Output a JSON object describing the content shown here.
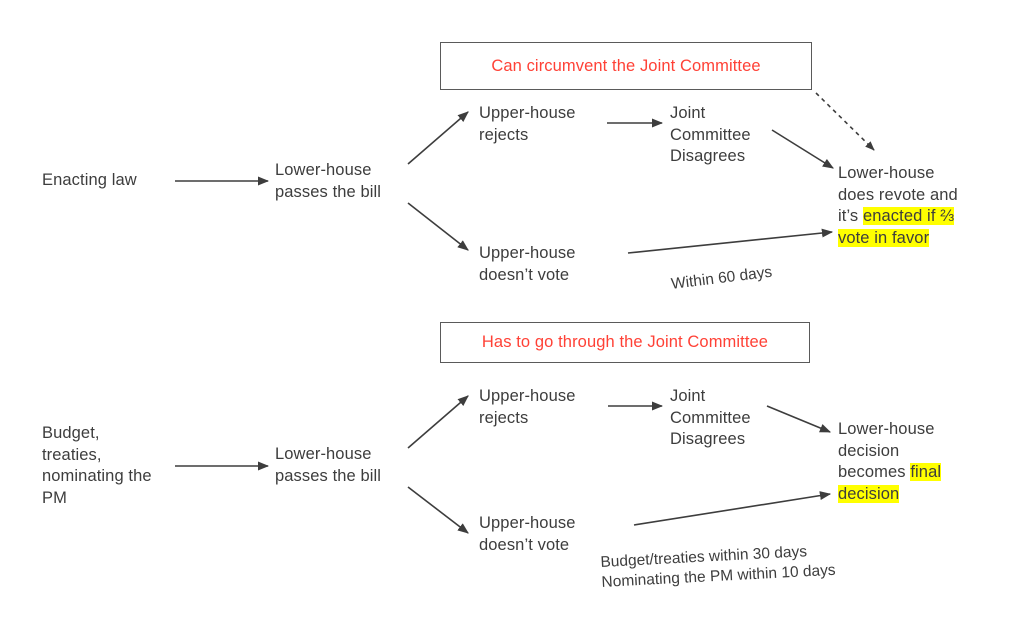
{
  "diagram": {
    "title": "Japanese legislative process flowchart",
    "background_color": "#ffffff",
    "text_color": "#3d3d3d",
    "callout_text_color": "#ff4136",
    "callout_border_color": "#5a5a5a",
    "highlight_color": "#ffff00",
    "arrow_color": "#3d3d3d"
  },
  "sections": {
    "enacting_law": {
      "callout": "Can circumvent the Joint Committee",
      "start_node": "Enacting law",
      "lower_house_node": "Lower-house\npasses the bill",
      "upper_rejects_node": "Upper-house\nrejects",
      "joint_committee_node": "Joint\nCommittee\nDisagrees",
      "upper_no_vote_node": "Upper-house\ndoesn’t vote",
      "timing_label": "Within 60 days",
      "outcome_prefix": "Lower-house\ndoes revote and\nit’s ",
      "outcome_highlight": "enacted if ⅔\nvote in favor"
    },
    "budget_treaties_pm": {
      "callout": "Has to go through the Joint Committee",
      "start_node": "Budget,\ntreaties,\nnominating the\nPM",
      "lower_house_node": "Lower-house\npasses the bill",
      "upper_rejects_node": "Upper-house\nrejects",
      "joint_committee_node": "Joint\nCommittee\nDisagrees",
      "upper_no_vote_node": "Upper-house\ndoesn’t vote",
      "timing_label": "Budget/treaties within 30 days\nNominating the PM within 10 days",
      "outcome_prefix": "Lower-house\ndecision\nbecomes ",
      "outcome_highlight": "final\ndecision"
    }
  }
}
